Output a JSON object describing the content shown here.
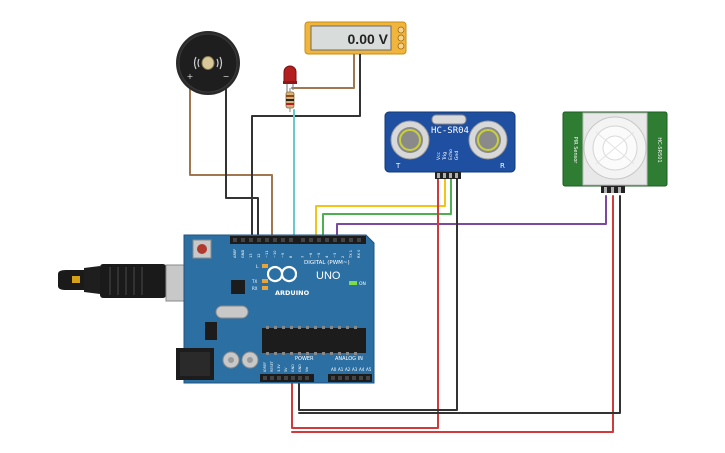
{
  "multimeter": {
    "reading": "0.00 V"
  },
  "ultrasonic": {
    "model": "HC-SR04",
    "pins": [
      "Vcc",
      "Trig",
      "Echo",
      "Gnd"
    ],
    "side_left": "T",
    "side_right": "R"
  },
  "pir": {
    "side_left": "PIR Sensor",
    "side_right": "HC-SR501"
  },
  "arduino": {
    "brand": "ARDUINO",
    "model": "UNO",
    "digital_label": "DIGITAL (PWM~)",
    "power_label": "POWER",
    "analog_label": "ANALOG IN",
    "on_label": "ON",
    "led_l": "L",
    "led_tx": "TX",
    "led_rx": "RX",
    "digital_pins": [
      "AREF",
      "GND",
      "13",
      "12",
      "~11",
      "~10",
      "~9",
      "8",
      "7",
      "~6",
      "~5",
      "4",
      "~3",
      "2",
      "TX 1",
      "RX 0"
    ],
    "power_pins": [
      "IOREF",
      "RESET",
      "3.3V",
      "5V",
      "GND",
      "GND",
      "Vin"
    ],
    "analog_pins": [
      "A0",
      "A1",
      "A2",
      "A3",
      "A4",
      "A5"
    ]
  },
  "colors": {
    "board": "#2b6fa3",
    "wire_red": "#d03a3a",
    "wire_black": "#333333",
    "wire_brown": "#a0774f",
    "wire_teal": "#6cc9c9",
    "wire_yellow": "#f0c419",
    "wire_green": "#4caf50",
    "wire_purple": "#7b4aa0",
    "multimeter": "#f0b53a",
    "pir_pcb": "#2e7d32",
    "ultrasonic_pcb": "#1f4fa0"
  }
}
